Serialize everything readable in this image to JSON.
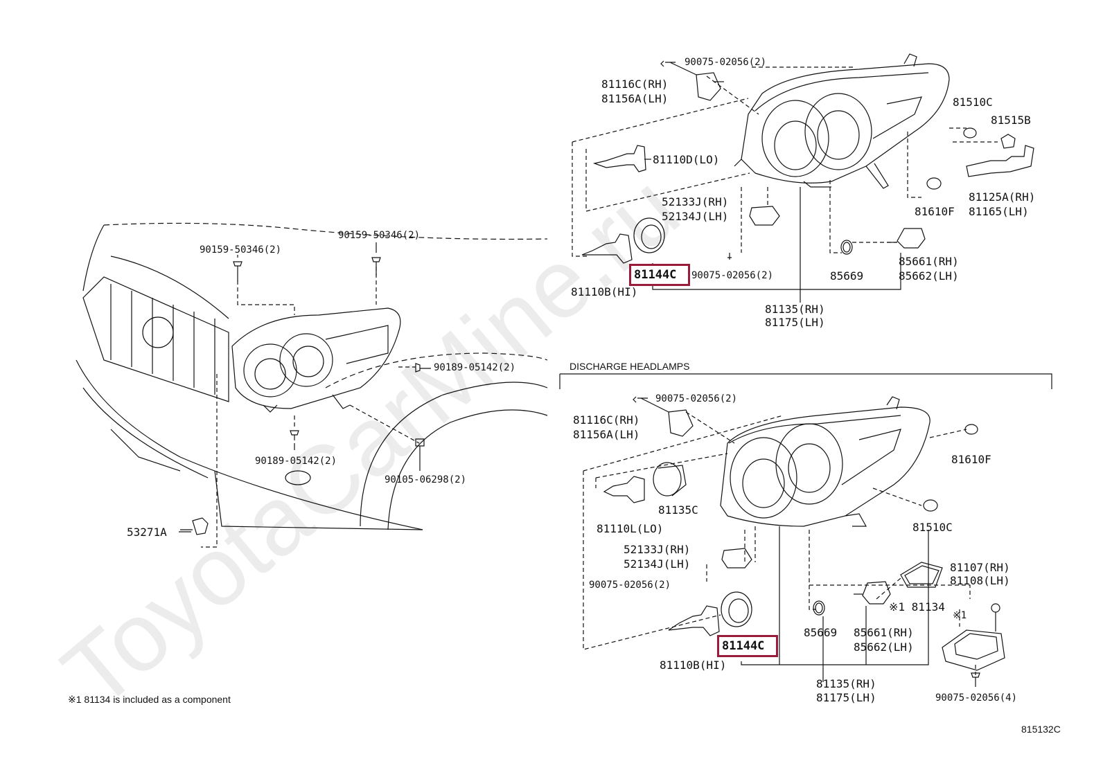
{
  "watermark": "ToyotaCarMine.ru",
  "diagram_code": "815132C",
  "footnote": "※1 81134 is included as a component",
  "section_title": "DISCHARGE HEADLAMPS",
  "colors": {
    "highlight": "#9b1b3a",
    "line": "#111111"
  },
  "left_view": {
    "labels": {
      "bolt_a": "90159-50346(2)",
      "bolt_b": "90159-50346(2)",
      "screw_a": "90189-05142(2)",
      "screw_b": "90189-05142(2)",
      "screw_c": "90105-06298(2)",
      "clip": "53271A"
    }
  },
  "upper_view": {
    "labels": {
      "screw_top": "90075-02056(2)",
      "bracket_rh": "81116C(RH)",
      "bracket_lh": "81156A(LH)",
      "bulb_lo": "81110D(LO)",
      "bulb_hi": "81110B(HI)",
      "cap": "81144C",
      "cap_alt": "81144C",
      "adjuster_rh": "52133J(RH)",
      "adjuster_lh": "52134J(LH)",
      "screw_mid": "90075-02056(2)",
      "oring": "85669",
      "socket_rh": "85661(RH)",
      "socket_lh": "85662(LH)",
      "assy_rh": "81135(RH)",
      "assy_lh": "81175(LH)",
      "cover_c": "81510C",
      "socket_b": "81515B",
      "cover_f": "81610F",
      "side_rh": "81125A(RH)",
      "side_lh": "81165(LH)"
    }
  },
  "lower_view": {
    "labels": {
      "screw_top": "90075-02056(2)",
      "bracket_rh": "81116C(RH)",
      "bracket_lh": "81156A(LH)",
      "cover_f": "81610F",
      "ring": "81135C",
      "bulb_lo": "81110L(LO)",
      "cover_c": "81510C",
      "adjuster_rh": "52133J(RH)",
      "adjuster_lh": "52134J(LH)",
      "screw_mid": "90075-02056(2)",
      "ballast_rh": "81107(RH)",
      "ballast_lh": "81108(LH)",
      "gasket": "※1 81134",
      "ballast_note": "※1",
      "oring": "85669",
      "socket_rh": "85661(RH)",
      "socket_lh": "85662(LH)",
      "cap": "81144C",
      "bulb_hi": "81110B(HI)",
      "assy_rh": "81135(RH)",
      "assy_lh": "81175(LH)",
      "screw_bottom": "90075-02056(4)"
    }
  }
}
